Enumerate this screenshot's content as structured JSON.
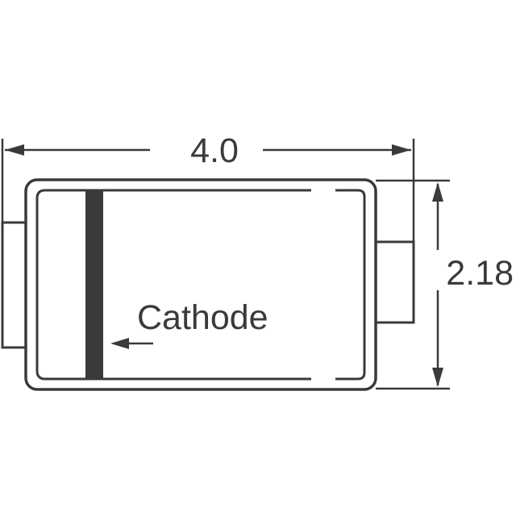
{
  "dimensions": {
    "width_label": "4.0",
    "height_label": "2.18"
  },
  "labels": {
    "cathode": "Cathode"
  },
  "colors": {
    "line": "#3a3a3a",
    "cathode_band": "#3a3a3a",
    "background": "#ffffff"
  }
}
